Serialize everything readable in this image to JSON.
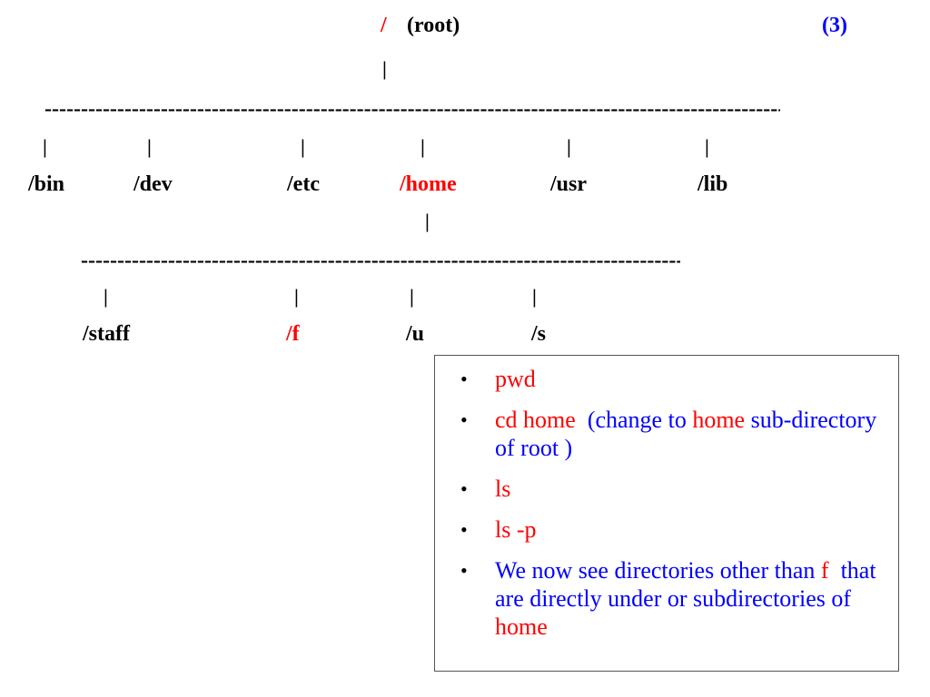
{
  "root": {
    "slash": "/",
    "label": "(root)"
  },
  "slide_number": "(3)",
  "pipe": "|",
  "dash_line": "------------------------------------------------------------------------------------------------------------------------------------------------------------------------------------",
  "level1": {
    "dirs": [
      {
        "name": "/bin",
        "highlight": false
      },
      {
        "name": "/dev",
        "highlight": false
      },
      {
        "name": "/etc",
        "highlight": false
      },
      {
        "name": "/home",
        "highlight": true
      },
      {
        "name": "/usr",
        "highlight": false
      },
      {
        "name": "/lib",
        "highlight": false
      }
    ]
  },
  "level2": {
    "dirs": [
      {
        "name": "/staff",
        "highlight": false
      },
      {
        "name": "/f",
        "highlight": true
      },
      {
        "name": "/u",
        "highlight": false
      },
      {
        "name": "/s",
        "highlight": false
      }
    ]
  },
  "notes": {
    "bullet": "•",
    "items": [
      {
        "segments": [
          {
            "text": "pwd",
            "color": "red"
          }
        ]
      },
      {
        "segments": [
          {
            "text": "cd home",
            "color": "red"
          },
          {
            "text": "  (change to ",
            "color": "blue"
          },
          {
            "text": "home",
            "color": "red"
          },
          {
            "text": " sub-directory of root )",
            "color": "blue"
          }
        ]
      },
      {
        "segments": [
          {
            "text": "ls",
            "color": "red"
          }
        ]
      },
      {
        "segments": [
          {
            "text": "ls -p",
            "color": "red"
          }
        ]
      },
      {
        "segments": [
          {
            "text": "We now see directories other than ",
            "color": "blue"
          },
          {
            "text": "f",
            "color": "red"
          },
          {
            "text": "  that are directly under or subdirectories of ",
            "color": "blue"
          },
          {
            "text": "home",
            "color": "red"
          }
        ]
      }
    ]
  },
  "colors": {
    "red": "#ff0000",
    "blue": "#0000ff",
    "black": "#000000"
  }
}
